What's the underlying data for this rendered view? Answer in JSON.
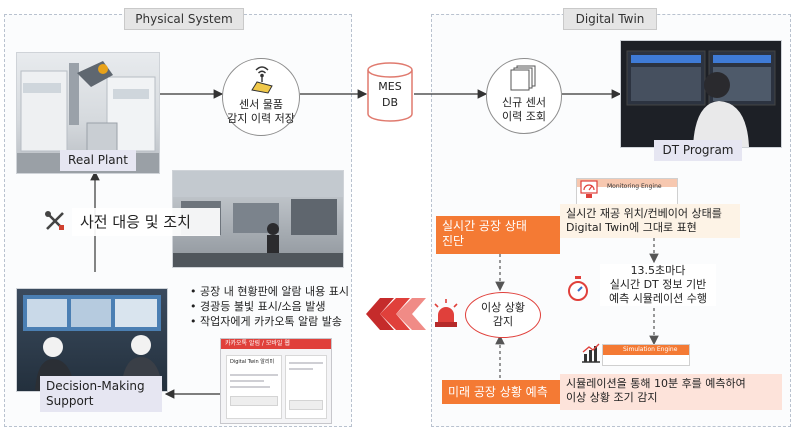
{
  "panels": {
    "physical_title": "Physical System",
    "digital_title": "Digital Twin"
  },
  "nodes": {
    "real_plant": "Real Plant",
    "sensor_store": [
      "센서 물품",
      "감지 이력 저장"
    ],
    "mes_db": [
      "MES",
      "DB"
    ],
    "new_sensor": [
      "신규 센서",
      "이력 조회"
    ],
    "dt_program": "DT Program",
    "decision_support": [
      "Decision-Making",
      "Support"
    ],
    "precaution": "사전 대응 및 조치",
    "anomaly": [
      "이상 상황",
      "감지"
    ]
  },
  "actions": [
    "• 공장 내 현황판에 알람 내용 표시",
    "• 경광등 불빛 표시/소음 발생",
    "• 작업자에게 카카오톡 알람 발송"
  ],
  "message_card": {
    "header": "카카오톡 알림 / 모바일 웹",
    "title": "Digital Twin 알리미"
  },
  "realtime": {
    "label": [
      "실시간 공장 상태",
      "진단"
    ],
    "engine": "Monitoring Engine",
    "desc": [
      "실시간 재공 위치/컨베이어 상태를",
      "Digital Twin에 그대로 표현"
    ]
  },
  "sim": {
    "desc": [
      "13.5초마다",
      "실시간 DT 정보 기반",
      "예측 시뮬레이션 수행"
    ]
  },
  "future": {
    "label": "미래 공장 상황 예측",
    "engine": "Simulation Engine",
    "desc": [
      "시뮬레이션을 통해 10분 후를 예측하여",
      "이상 상황 조기 감지"
    ]
  },
  "colors": {
    "accent_orange": "#f47a34",
    "alert_red": "#e0403b",
    "label_bg": "#e6e6f2",
    "pink_bg": "#fde3da"
  }
}
